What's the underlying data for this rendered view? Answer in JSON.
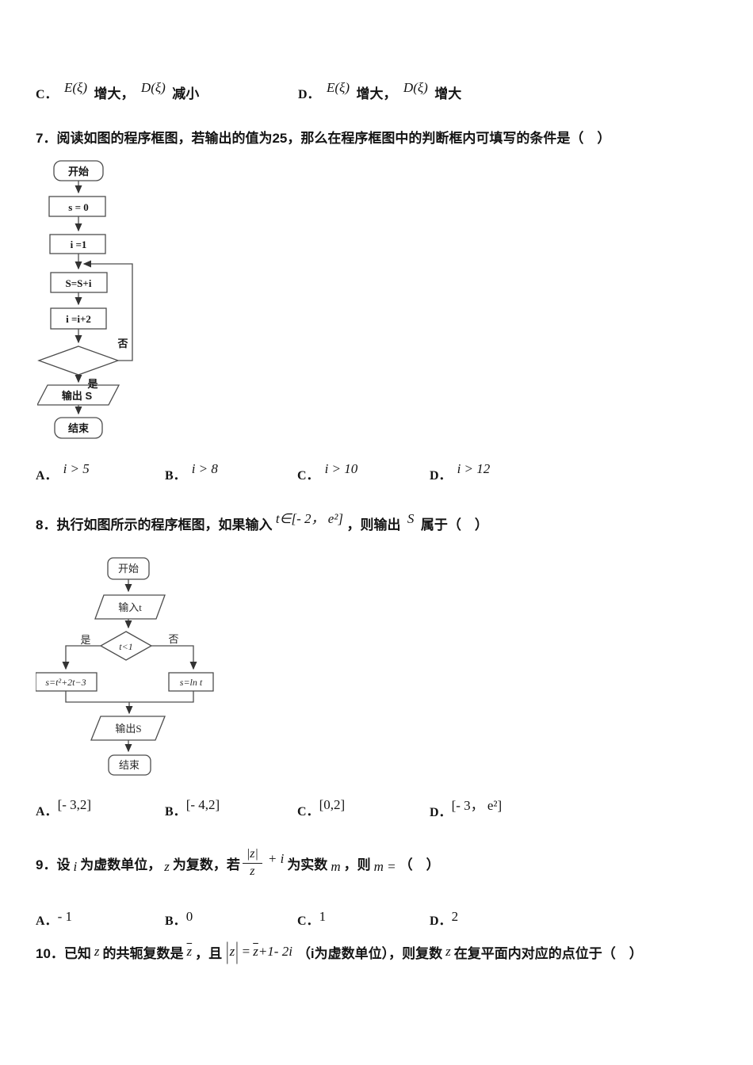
{
  "q6_options": {
    "c": {
      "label": "C．",
      "m1": "E(ξ)",
      "t1": "增大，",
      "m2": "D(ξ)",
      "t2": "减小"
    },
    "d": {
      "label": "D．",
      "m1": "E(ξ)",
      "t1": "增大，",
      "m2": "D(ξ)",
      "t2": "增大"
    }
  },
  "q7": {
    "stem": "7．阅读如图的程序框图，若输出的值为25，那么在程序框图中的判断框内可填写的条件是（　）",
    "flowchart": {
      "start": "开始",
      "s0": "s = 0",
      "i1": "i =1",
      "ssi": "S=S+i",
      "ii2": "i =i+2",
      "no": "否",
      "yes": "是",
      "output": "输出 S",
      "end": "结束"
    },
    "options": [
      {
        "label": "A．",
        "value": "i > 5"
      },
      {
        "label": "B．",
        "value": "i > 8"
      },
      {
        "label": "C．",
        "value": "i > 10"
      },
      {
        "label": "D．",
        "value": "i > 12"
      }
    ]
  },
  "q8": {
    "stem_prefix": "8．执行如图所示的程序框图，如果输入",
    "stem_math": "t∈[- 2， e²]",
    "stem_mid": "，则输出",
    "stem_s": "S",
    "stem_suffix": "属于（　）",
    "flowchart": {
      "start": "开始",
      "input": "输入t",
      "cond": "t<1",
      "yes": "是",
      "no": "否",
      "left_assign": "s=t²+2t−3",
      "right_assign": "s=ln t",
      "output": "输出S",
      "end": "结束"
    },
    "options": [
      {
        "label": "A．",
        "value": "[- 3,2]"
      },
      {
        "label": "B．",
        "value": "[- 4,2]"
      },
      {
        "label": "C．",
        "value": "[0,2]"
      },
      {
        "label": "D．",
        "value": "[- 3， e²]"
      }
    ]
  },
  "q9": {
    "seg1": "9．设",
    "i": "i",
    "seg2": "为虚数单位，",
    "z": "z",
    "seg3": "为复数，若",
    "frac_num": "|z|",
    "frac_den": "z",
    "plus_i": "+ i",
    "seg4": "为实数",
    "m": "m",
    "seg5": "，则",
    "m_eq": "m =",
    "paren": "（　）",
    "options": [
      {
        "label": "A．",
        "value": "- 1"
      },
      {
        "label": "B．",
        "value": "0"
      },
      {
        "label": "C．",
        "value": "1"
      },
      {
        "label": "D．",
        "value": "2"
      }
    ]
  },
  "q10": {
    "seg1": "10．已知",
    "z1": "z",
    "seg2": "的共轭复数是",
    "zbar1": "z",
    "seg3": "，且",
    "bar": "|",
    "abs_z": "z",
    "eq": "=",
    "zbar2": "z",
    "tail": "+1- 2i",
    "seg4": "（i为虚数单位），则复数",
    "z2": "z",
    "seg5": "在复平面内对应的点位于（　）"
  }
}
